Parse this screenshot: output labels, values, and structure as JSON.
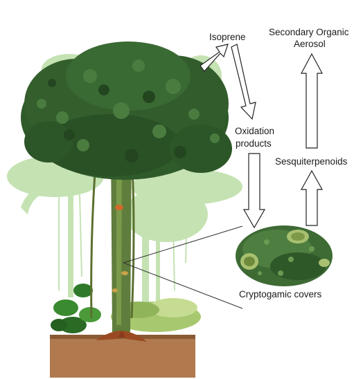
{
  "labels": {
    "isoprene": "Isoprene",
    "secondary_organic_aerosol_line1": "Secondary Organic",
    "secondary_organic_aerosol_line2": "Aerosol",
    "oxidation_products_line1": "Oxidation",
    "oxidation_products_line2": "products",
    "sesquiterpenoids": "Sesquiterpenoids",
    "cryptogamic_covers": "Cryptogamic covers"
  },
  "colors": {
    "canopy_dark": "#2f5a2a",
    "canopy_mid": "#3f6e34",
    "background_trees": "#bcdcaa",
    "trunk": "#5a7a3a",
    "soil": "#b07a4e",
    "soil_top": "#8a5a34",
    "moss": "#4b7a3a",
    "moss_light": "#a8c070",
    "arrow_stroke": "#222222"
  }
}
